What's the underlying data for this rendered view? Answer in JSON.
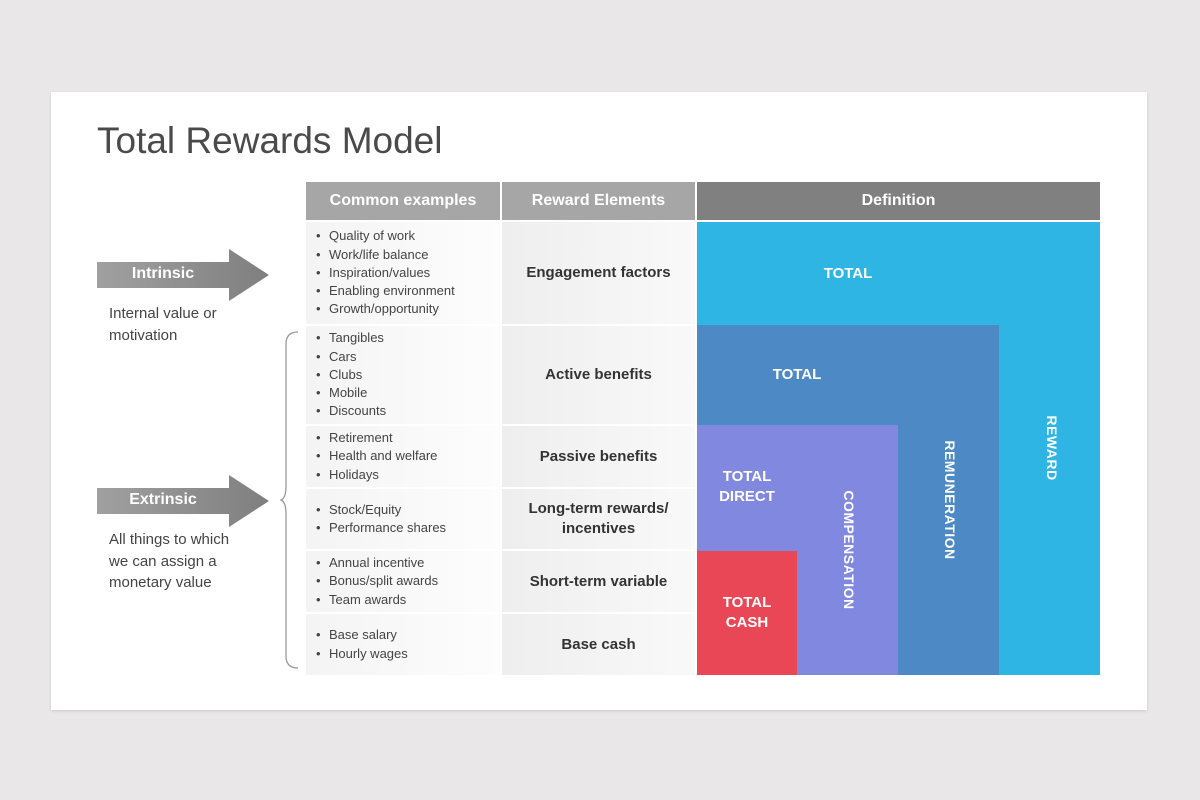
{
  "title": "Total Rewards Model",
  "headers": {
    "common_examples": "Common examples",
    "reward_elements": "Reward Elements",
    "definition": "Definition"
  },
  "rows": [
    {
      "examples": [
        "Quality of work",
        "Work/life balance",
        "Inspiration/values",
        "Enabling environment",
        "Growth/opportunity"
      ],
      "element": "Engagement factors"
    },
    {
      "examples": [
        "Tangibles",
        "Cars",
        "Clubs",
        "Mobile",
        "Discounts"
      ],
      "element": "Active benefits"
    },
    {
      "examples": [
        "Retirement",
        "Health and welfare",
        "Holidays"
      ],
      "element": "Passive benefits"
    },
    {
      "examples": [
        "Stock/Equity",
        "Performance shares"
      ],
      "element": "Long-term rewards/ incentives"
    },
    {
      "examples": [
        "Annual incentive",
        "Bonus/split awards",
        "Team awards"
      ],
      "element": "Short-term variable"
    },
    {
      "examples": [
        "Base salary",
        "Hourly wages"
      ],
      "element": "Base cash"
    }
  ],
  "definition": {
    "reward": {
      "top": "TOTAL",
      "side": "REWARD"
    },
    "remuneration": {
      "top": "TOTAL",
      "side": "REMUNERATION"
    },
    "direct_compensation": {
      "top": "TOTAL DIRECT",
      "side": "COMPENSATION"
    },
    "cash": {
      "top": "TOTAL CASH"
    }
  },
  "intrinsic": {
    "label": "Intrinsic",
    "description": "Internal value or motivation"
  },
  "extrinsic": {
    "label": "Extrinsic",
    "description": "All things to which we can assign a monetary value"
  },
  "colors": {
    "reward": "#2fb5e4",
    "remuneration": "#4d89c4",
    "direct_compensation": "#8088e0",
    "cash": "#e94656",
    "header_light": "#a6a6a6",
    "header_dark": "#808080"
  }
}
